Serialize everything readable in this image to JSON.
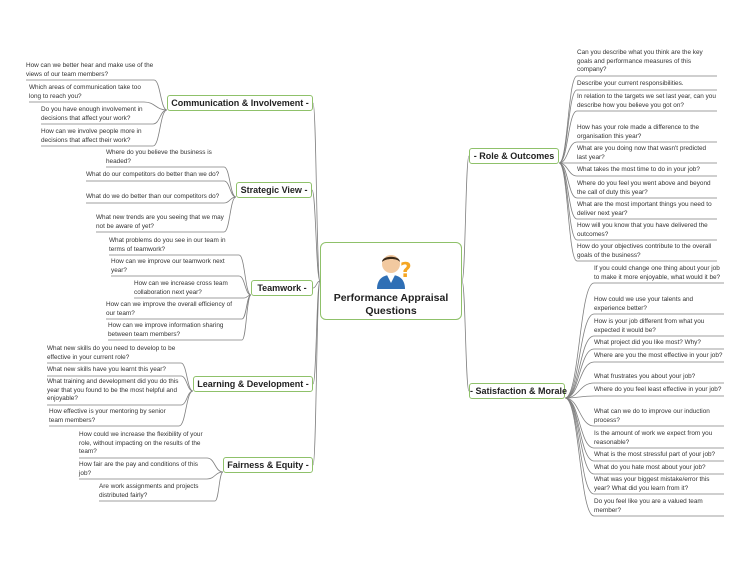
{
  "center": {
    "line1": "Performance Appraisal",
    "line2": "Questions"
  },
  "branches": {
    "communication": {
      "label": "Communication & Involvement",
      "leaves": [
        "How can we better hear and make use of the views of our team members?",
        "Which areas of communication take too long to reach you?",
        "Do you have enough involvement in decisions that affect your work?",
        "How can we involve people more in decisions that affect their work?"
      ]
    },
    "strategic": {
      "label": "Strategic View",
      "leaves": [
        "Where do you believe the business is headed?",
        "What do our competitors do better than we do?",
        "What do we do better than our competitors do?",
        "What new trends are you seeing that we may not be aware of yet?"
      ]
    },
    "teamwork": {
      "label": "Teamwork",
      "leaves": [
        "What problems do you see in our team in terms of teamwork?",
        "How can we improve our teamwork next year?",
        "How can we increase cross team collaboration next year?",
        "How can we improve the overall efficiency of our team?",
        "How can we improve information sharing between team members?"
      ]
    },
    "learning": {
      "label": "Learning & Development",
      "leaves": [
        "What new skills do you need to develop to be effective in your current role?",
        "What new skills have you learnt this year?",
        "What training and development did you do this year that you found to be the most helpful and enjoyable?",
        "How effective is your mentoring by senior team members?"
      ]
    },
    "fairness": {
      "label": "Fairness & Equity",
      "leaves": [
        "How could we increase the flexibility of your role, without impacting on the results of the team?",
        "How fair are the pay and conditions of this job?",
        "Are work assignments and projects distributed fairly?"
      ]
    },
    "role": {
      "label": "Role & Outcomes",
      "leaves": [
        "Can you describe what you think are the key goals and performance measures of this company?",
        "Describe your current responsibilities.",
        "In relation to the targets we set last year, can you describe how you believe you got on?",
        "How has your role made a difference to the organisation this year?",
        "What are you doing now that wasn't predicted last year?",
        "What takes the most time to do in your job?",
        "Where do you feel you went above and beyond the call of duty this year?",
        "What are the most important things you need to deliver next year?",
        "How will you know that you have delivered the outcomes?",
        "How do your objectives contribute to the overall goals of the business?"
      ]
    },
    "satisfaction": {
      "label": "Satisfaction & Morale",
      "leaves": [
        "If you could change one thing about your job to make it more enjoyable, what would it be?",
        "How could we use your talents and experience better?",
        "How is your job different from what you expected it would be?",
        "What project did you like most? Why?",
        "Where are you the most effective in your job?",
        "What frustrates you about your job?",
        "Where do you feel least effective in your job?",
        "What can we do to improve our induction process?",
        "Is the amount of work we expect from you reasonable?",
        "What is the most stressful part of your job?",
        "What do you hate most about your job?",
        "What was your biggest mistake/error this year? What did you learn from it?",
        "Do you feel like you are a valued team member?"
      ]
    }
  },
  "colors": {
    "line": "#7f7f7f",
    "border": "#8fc16a"
  }
}
